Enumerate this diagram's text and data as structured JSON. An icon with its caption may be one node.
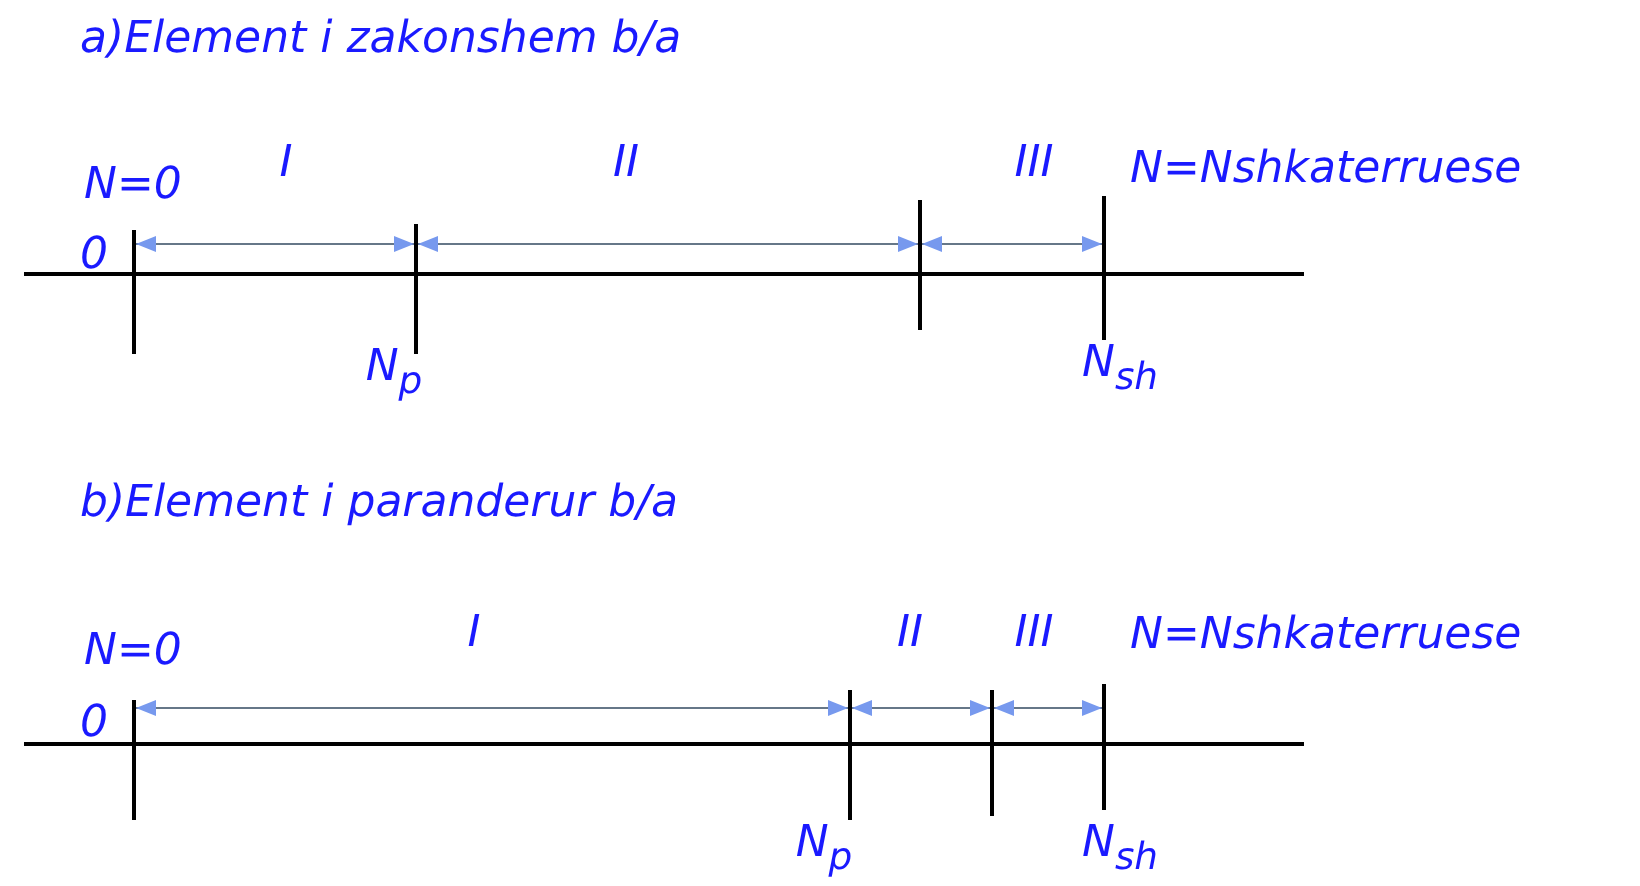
{
  "diagram": {
    "labels": [
      "a)Element i zakonshem b/a",
      "N=0",
      "I",
      "II",
      "III",
      "N=Nshkaterruese",
      "0",
      "N$_{p}$",
      "N$_{sh}$",
      "b)Element i paranderur b/a",
      "N=0",
      "I",
      "II",
      "III",
      "N=Nshkaterruese",
      "0",
      "N$_{p}$",
      "N$_{sh}$"
    ]
  }
}
